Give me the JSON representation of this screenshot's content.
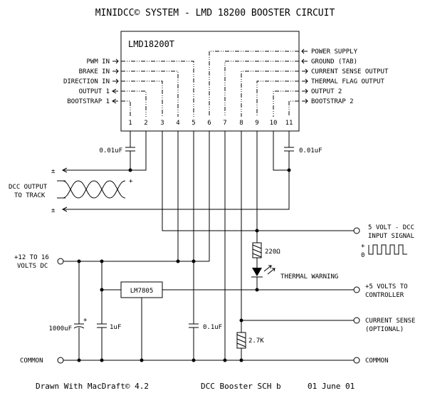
{
  "title": "MINIDCC© SYSTEM - LMD 18200  BOOSTER CIRCUIT",
  "chip": {
    "name": "LMD18200T",
    "pins": [
      "1",
      "2",
      "3",
      "4",
      "5",
      "6",
      "7",
      "8",
      "9",
      "10",
      "11"
    ],
    "left_labels": [
      "PWM IN",
      "BRAKE IN",
      "DIRECTION IN",
      "OUTPUT 1",
      "BOOTSTRAP 1"
    ],
    "right_labels": [
      "POWER SUPPLY",
      "GROUND (TAB)",
      "CURRENT SENSE OUTPUT",
      "THERMAL FLAG OUTPUT",
      "OUTPUT 2",
      "BOOTSTRAP 2"
    ]
  },
  "components": {
    "cap_boot1": "0.01uF",
    "cap_boot2": "0.01uF",
    "resistor_led": "220Ω",
    "led_label": "THERMAL WARNING",
    "regulator": "LM7805",
    "cap_bulk": "1000uF",
    "cap_1uf": "1uF",
    "cap_01uf": "0.1uF",
    "resistor_sense": "2.7K",
    "cap_bulk_polarity": "+"
  },
  "io": {
    "dcc_output": [
      "DCC OUTPUT",
      "TO TRACK"
    ],
    "plus": "+",
    "plus_minus": "±",
    "input_signal": [
      "5 VOLT - DCC",
      "INPUT SIGNAL"
    ],
    "signal_high": "+",
    "signal_low": "0",
    "supply": [
      "+12 TO 16",
      "VOLTS DC"
    ],
    "controller": [
      "+5 VOLTS TO",
      "CONTROLLER"
    ],
    "current_sense": [
      "CURRENT SENSE",
      "(OPTIONAL)"
    ],
    "common_left": "COMMON",
    "common_right": "COMMON"
  },
  "footer": {
    "drawn_with": "Drawn With MacDraft©  4.2",
    "doc_name": "DCC Booster SCH b",
    "date": "01 June 01"
  }
}
